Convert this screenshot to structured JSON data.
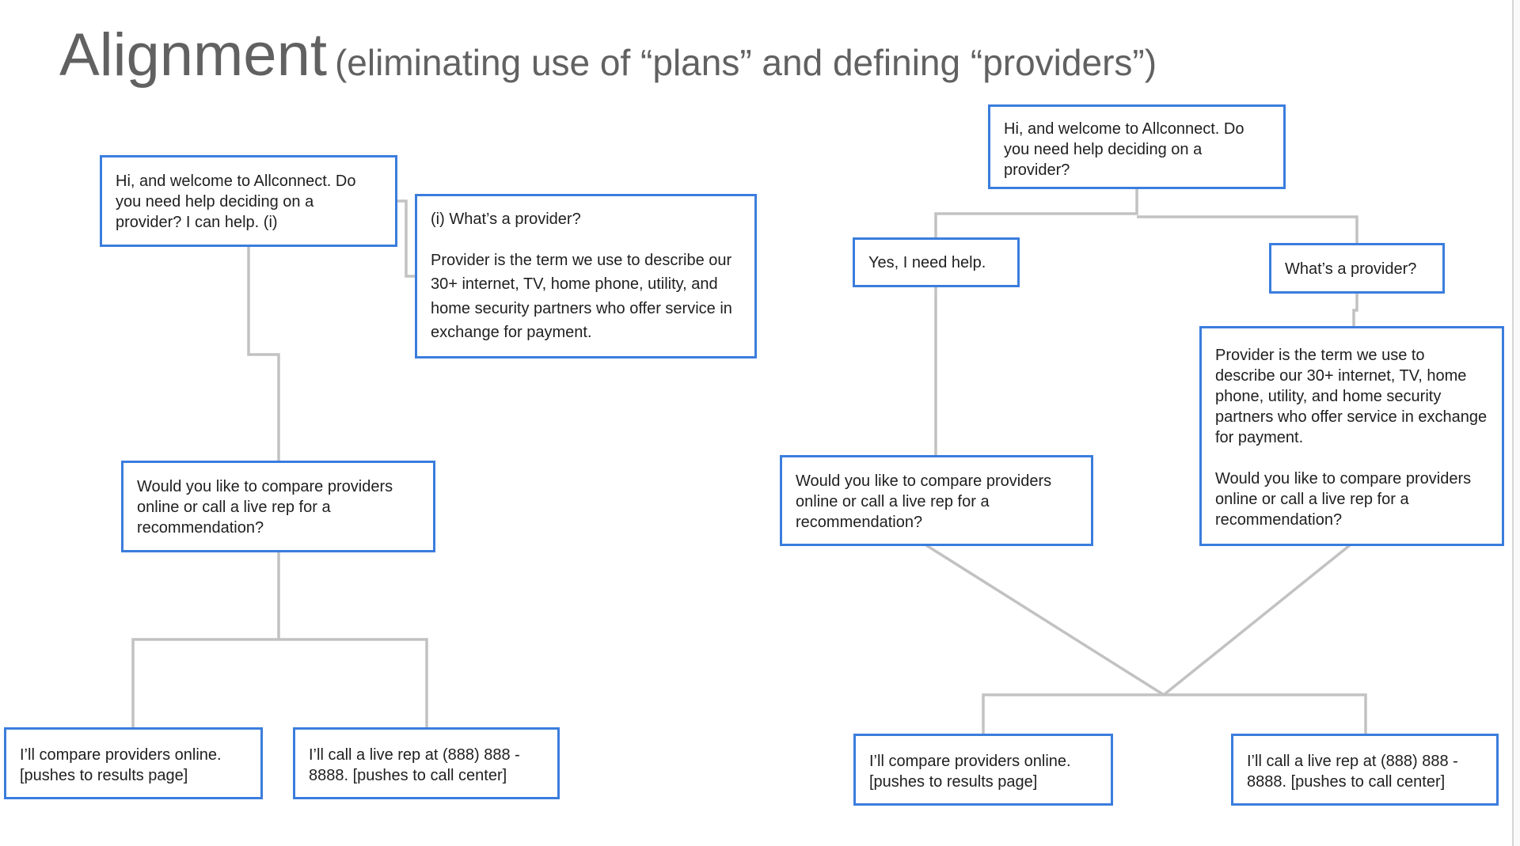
{
  "title": {
    "main": "Alignment",
    "subtitle": "(eliminating use of “plans” and defining “providers”)"
  },
  "left_flow": {
    "greeting": "Hi, and welcome to Allconnect. Do you need help deciding on a provider? I can help. (i)",
    "tooltip_question": "(i) What’s a provider?",
    "tooltip_definition": "Provider is the term we use to describe our 30+ internet, TV, home phone, utility, and home security partners who offer service in exchange for payment.",
    "compare_question": "Would you like to compare providers online or call a live rep for a recommendation?",
    "option_online": "I’ll compare providers online. [pushes to results page]",
    "option_call": "I’ll call a live rep at (888) 888 - 8888. [pushes to call center]"
  },
  "right_flow": {
    "greeting": "Hi, and welcome to Allconnect. Do you need help deciding on a provider?",
    "answer_yes": "Yes, I need help.",
    "answer_whats_provider": "What’s a provider?",
    "definition": "Provider is the term we use to describe our 30+ internet, TV, home phone, utility, and home security partners who offer service in exchange for payment.",
    "definition_question": "Would you like to compare providers online or call a live rep for a recommendation?",
    "compare_question": "Would you like to compare providers online or call a live rep for a recommendation?",
    "option_online": "I’ll compare providers online. [pushes to results page]",
    "option_call": "I’ll call a live rep at (888) 888 - 8888. [pushes to call center]"
  },
  "colors": {
    "box_border": "#3b7ddd",
    "connector": "#c2c2c2",
    "title": "#616161"
  }
}
